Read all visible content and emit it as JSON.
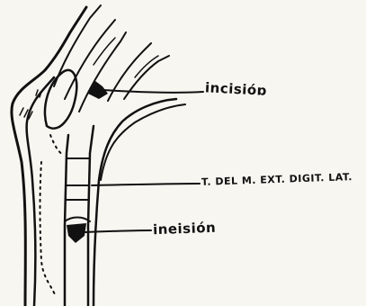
{
  "figure": {
    "labels": {
      "incision_top": "incisióɒ",
      "tendon": "T. DEL M. EXT. DIGIT. LAT.",
      "incision_bottom": "ineisión"
    }
  }
}
